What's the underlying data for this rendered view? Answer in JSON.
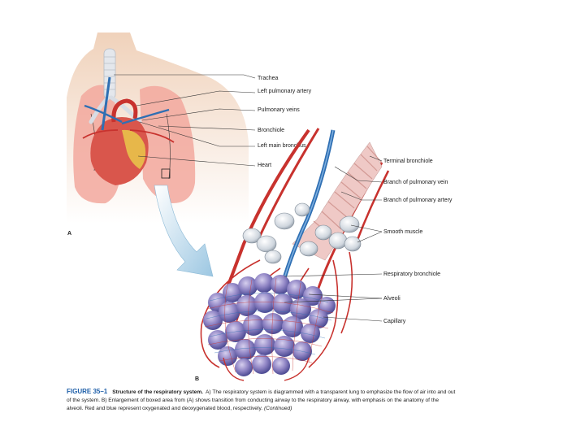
{
  "panel_labels": {
    "a": "A",
    "b": "B"
  },
  "labels_a": [
    "Trachea",
    "Left pulmonary artery",
    "Pulmonary veins",
    "Bronchiole",
    "Left main bronchus",
    "Heart"
  ],
  "labels_b": [
    "Terminal bronchiole",
    "Branch of pulmonary vein",
    "Branch of pulmonary artery",
    "Smooth muscle",
    "Respiratory bronchiole",
    "Alveoli",
    "Capillary"
  ],
  "caption": {
    "figure": "FIGURE 35–1",
    "title": "Structure of the respiratory system.",
    "text": "A) The respiratory system is diagrammed with a transparent lung to emphasize the flow of air into and out of the system. B) Enlargement of boxed area from (A) shows transition from conducting airway to the respiratory airway, with emphasis on the anatomy of the alveoli. Red and blue represent oxygenated and deoxygenated blood, respectively.",
    "continued": "(Continued)"
  },
  "colors": {
    "artery": "#c8322e",
    "vein": "#2f6fb3",
    "alveoli": "#8a7fc0",
    "lung": "#f2a89e",
    "skin": "#e9c2a6",
    "heart": "#d9564c",
    "fat": "#e8c24a",
    "arrow": "#a9cfe6",
    "caption_accent": "#1d5ea8"
  }
}
